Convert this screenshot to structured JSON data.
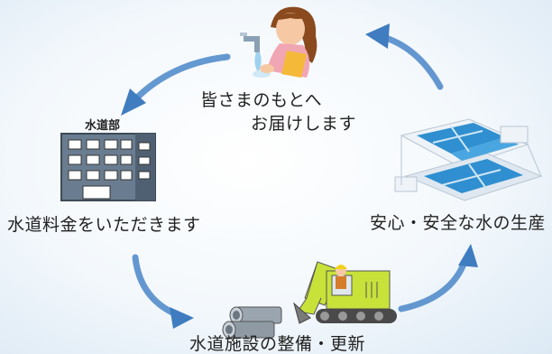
{
  "labels": {
    "delivery_line1": "皆さまのもとへ",
    "delivery_line2": "お届けします",
    "dept_sign": "水道部",
    "fee": "水道料金をいただきます",
    "production": "安心・安全な水の生産",
    "construction": "水道施設の整備・更新"
  },
  "icons": [
    "woman-drinking-tap-water-icon",
    "office-building-icon",
    "excavator-pipes-icon",
    "water-treatment-plant-icon"
  ],
  "colors": {
    "arrow": "#4a86c8",
    "excavator": "#c9e23a",
    "tank_water": "#2f8fd0",
    "building": "#6a7d90"
  }
}
